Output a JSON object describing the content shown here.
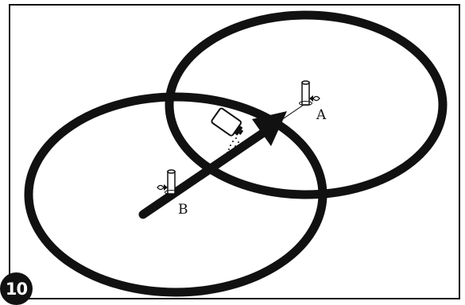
{
  "step": {
    "number": "10"
  },
  "points": {
    "a": "A",
    "b": "B"
  },
  "colors": {
    "ink": "#111111",
    "paper": "#ffffff"
  },
  "icons": [
    "stake-icon",
    "flag-icon",
    "spray-can-icon",
    "arrow-icon"
  ]
}
